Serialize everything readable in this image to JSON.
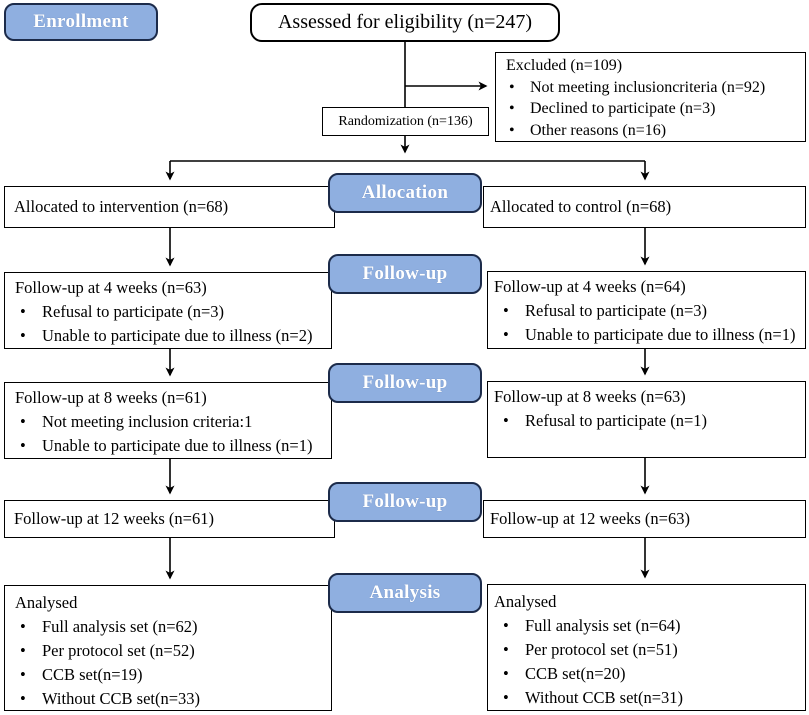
{
  "figure": {
    "stages": {
      "enrollment": "Enrollment",
      "allocation": "Allocation",
      "followup_4w": "Follow-up",
      "followup_8w": "Follow-up",
      "followup_12w": "Follow-up",
      "analysis": "Analysis"
    },
    "top": {
      "assessed": "Assessed for eligibility (n=247)",
      "randomization": "Randomization (n=136)",
      "excluded": {
        "title": "Excluded (n=109)",
        "bullets": [
          "Not meeting inclusioncriteria (n=92)",
          "Declined to participate (n=3)",
          "Other reasons (n=16)"
        ]
      }
    },
    "intervention_arm": {
      "allocated": "Allocated to intervention (n=68)",
      "followup_4w": {
        "title": "Follow-up at 4 weeks (n=63)",
        "bullets": [
          "Refusal to participate (n=3)",
          "Unable to participate due to illness (n=2)"
        ]
      },
      "followup_8w": {
        "title": "Follow-up at 8 weeks (n=61)",
        "bullets": [
          "Not meeting inclusion criteria:1",
          "Unable to participate due to illness (n=1)"
        ]
      },
      "followup_12w": "Follow-up at 12 weeks (n=61)",
      "analysis": {
        "title": "Analysed",
        "bullets": [
          "Full analysis set (n=62)",
          "Per protocol set (n=52)",
          "CCB set(n=19)",
          "Without CCB set(n=33)"
        ]
      }
    },
    "control_arm": {
      "allocated": "Allocated to control (n=68)",
      "followup_4w": {
        "title": "Follow-up at 4 weeks (n=64)",
        "bullets": [
          "Refusal to participate (n=3)",
          "Unable to participate due to illness (n=1)"
        ]
      },
      "followup_8w": {
        "title": "Follow-up at 8 weeks (n=63)",
        "bullets": [
          "Refusal to participate (n=1)"
        ]
      },
      "followup_12w": "Follow-up at 12 weeks (n=63)",
      "analysis": {
        "title": "Analysed",
        "bullets": [
          "Full analysis set (n=64)",
          "Per protocol set (n=51)",
          "CCB set(n=20)",
          "Without CCB set(n=31)"
        ]
      }
    },
    "colors": {
      "badge_fill": "#8fafe0",
      "badge_border": "#1c2b4a",
      "badge_text": "#ffffff",
      "line": "#000000"
    }
  }
}
